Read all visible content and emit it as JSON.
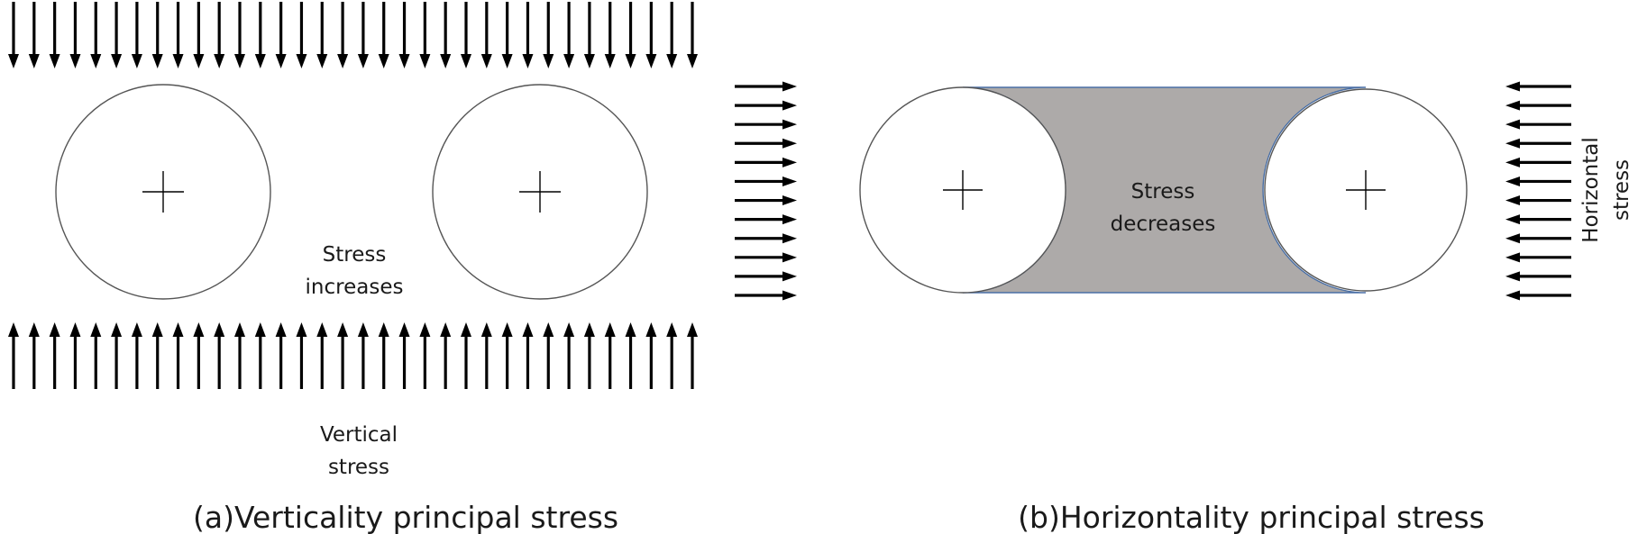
{
  "panel_a": {
    "center_label_line1": "Stress",
    "center_label_line2": "increases",
    "force_label_line1": "Vertical",
    "force_label_line2": "stress",
    "caption": "(a)Verticality principal stress"
  },
  "panel_b": {
    "center_label_line1": "Stress",
    "center_label_line2": "decreases",
    "force_label_line1": "Horizontal",
    "force_label_line2": "stress",
    "caption": "(b)Horizontality principal stress"
  },
  "colors": {
    "stress_zone_fill": "#adaaa9",
    "stress_zone_edge": "#4a6fa5",
    "arrow": "#000000"
  }
}
